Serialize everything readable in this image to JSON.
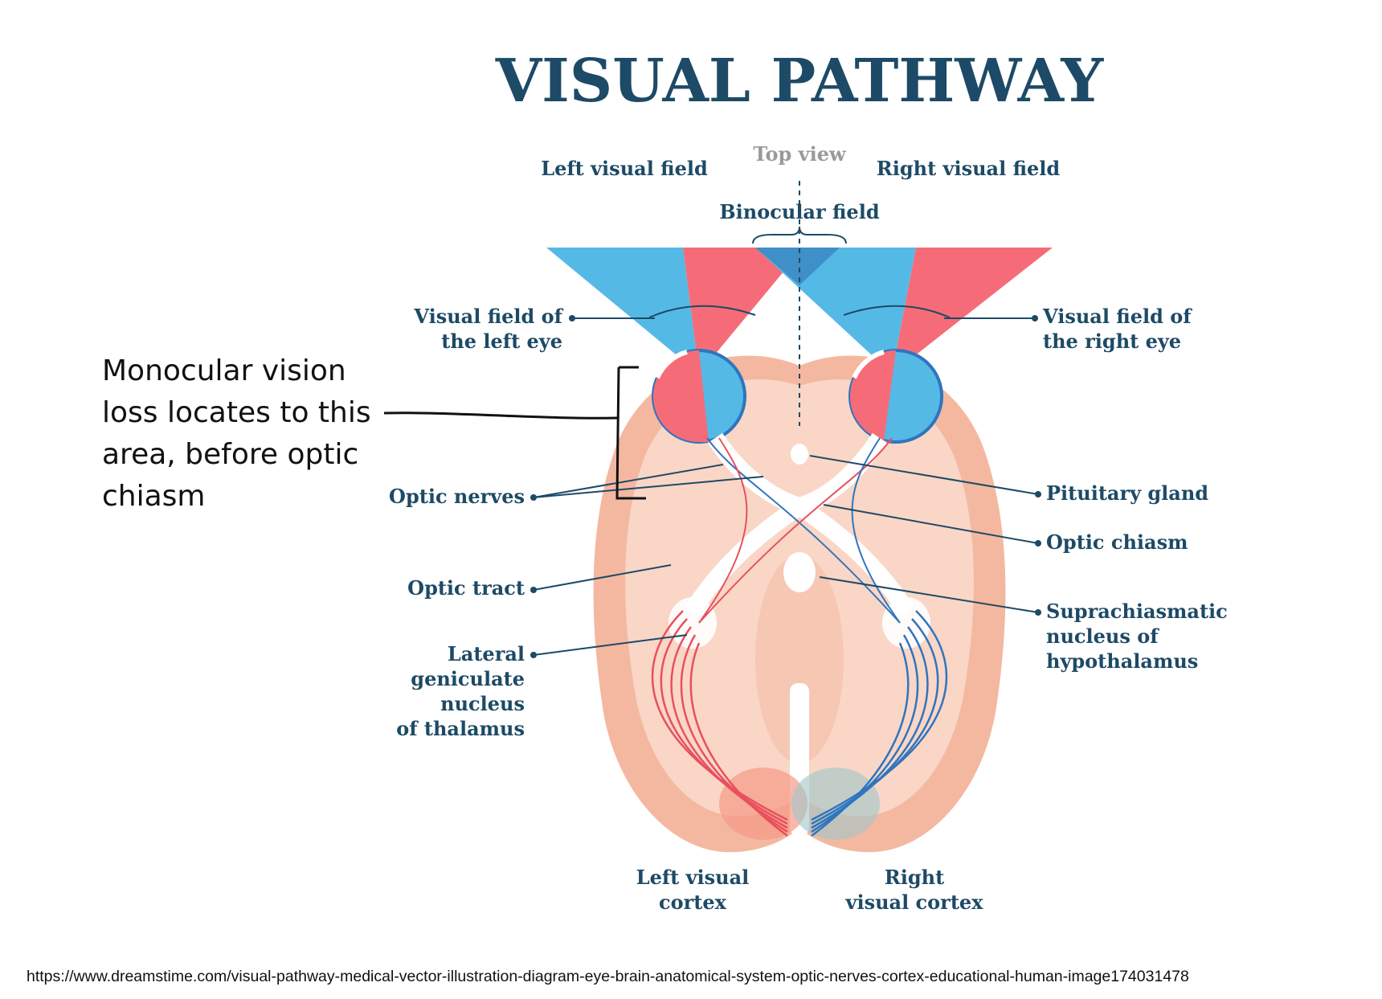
{
  "title": "VISUAL PATHWAY",
  "labels": {
    "top_view": "Top view",
    "left_visual_field": "Left visual field",
    "right_visual_field": "Right visual field",
    "binocular_field": "Binocular field",
    "visual_field_left_eye": [
      "Visual field of",
      "the left eye"
    ],
    "visual_field_right_eye": [
      "Visual field of",
      "the right eye"
    ],
    "optic_nerves": "Optic nerves",
    "pituitary_gland": "Pituitary gland",
    "optic_chiasm": "Optic chiasm",
    "optic_tract": "Optic tract",
    "suprachiasmatic": [
      "Suprachiasmatic",
      "nucleus of",
      "hypothalamus"
    ],
    "lgn": [
      "Lateral",
      "geniculate",
      "nucleus",
      "of thalamus"
    ],
    "left_visual_cortex": [
      "Left visual",
      "cortex"
    ],
    "right_visual_cortex": [
      "Right",
      "visual cortex"
    ]
  },
  "annotation": {
    "lines": [
      "Monocular vision",
      "loss locates to this",
      "area, before optic",
      "chiasm"
    ]
  },
  "source_url": "https://www.dreamstime.com/visual-pathway-medical-vector-illustration-diagram-eye-brain-anatomical-system-optic-nerves-cortex-educational-human-image174031478",
  "colors": {
    "title": "#1d4a66",
    "field_blue": "#55b9e6",
    "field_red": "#f56c78",
    "overlap": "#3f8fc8",
    "brain_outer": "#f4b8a0",
    "brain_inner": "#fad6c6",
    "nerve_red": "#e8505e",
    "nerve_blue": "#2f75bf"
  }
}
